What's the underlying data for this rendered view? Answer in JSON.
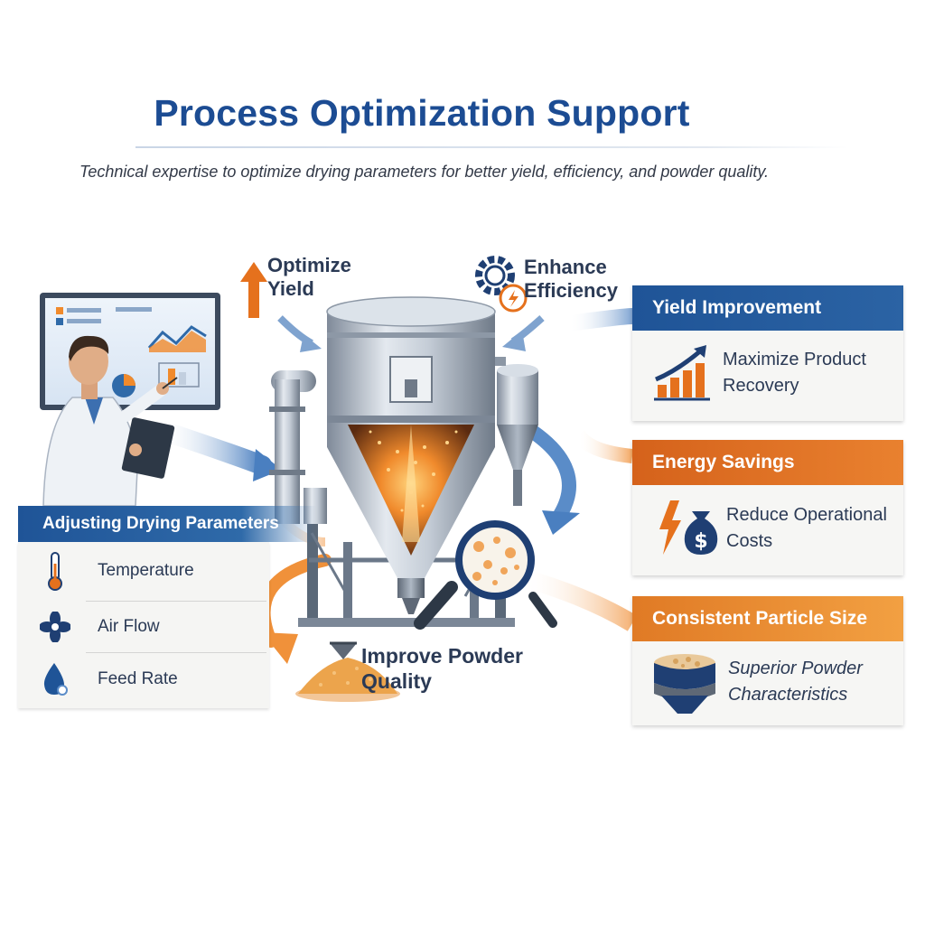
{
  "header": {
    "title": "Process Optimization Support",
    "subtitle": "Technical expertise to optimize drying parameters for better yield, efficiency, and powder quality."
  },
  "callouts": {
    "optimize_yield": "Optimize Yield",
    "enhance_efficiency": "Enhance Efficiency",
    "improve_quality": "Improve Powder Quality"
  },
  "parameters": {
    "title": "Adjusting Drying Parameters",
    "items": [
      {
        "label": "Temperature",
        "icon": "thermometer-icon"
      },
      {
        "label": "Air Flow",
        "icon": "fan-icon"
      },
      {
        "label": "Feed Rate",
        "icon": "droplet-icon"
      }
    ]
  },
  "benefits": [
    {
      "title": "Yield Improvement",
      "text": "Maximize Product Recovery",
      "icon": "growth-chart-icon"
    },
    {
      "title": "Energy Savings",
      "text": "Reduce Operational Costs",
      "icon": "money-bag-bolt-icon"
    },
    {
      "title": "Consistent Particle Size",
      "text": "Superior Powder Characteristics",
      "icon": "sieve-icon"
    }
  ],
  "colors": {
    "primary_blue": "#1c4c93",
    "accent_orange": "#e8782a",
    "header_blue": "#1f5497"
  }
}
